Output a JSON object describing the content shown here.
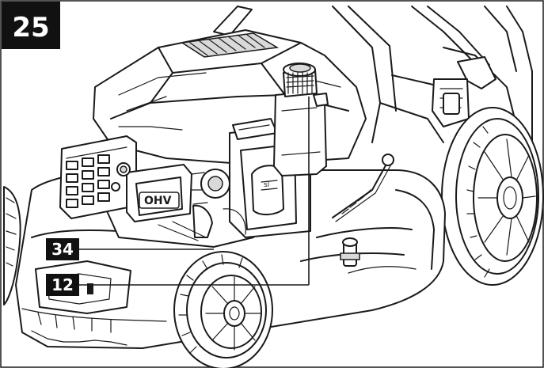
{
  "figure": {
    "step_number": "25",
    "callouts": [
      {
        "id": "34",
        "label": "34"
      },
      {
        "id": "12",
        "label": "12"
      }
    ],
    "engine_label": "OHV",
    "colors": {
      "badge": "#111111",
      "badge_text": "#ffffff",
      "line_art": "#1a1a1a",
      "background": "#ffffff"
    }
  }
}
